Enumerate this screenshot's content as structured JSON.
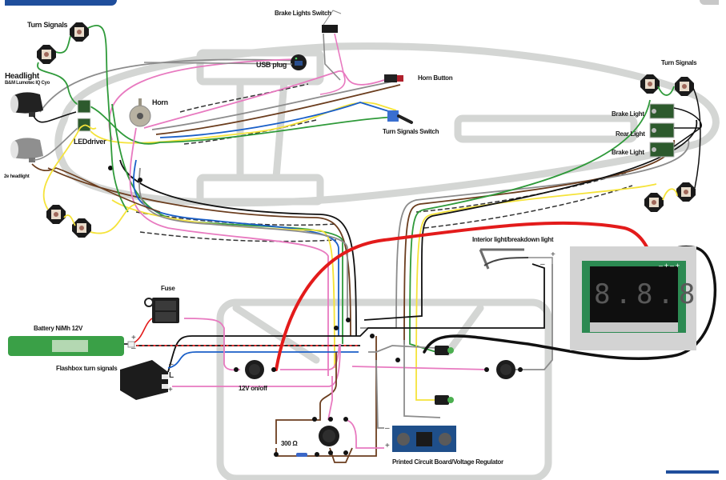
{
  "title": "Wiring diagram",
  "colors": {
    "chassis": "#d4d6d4",
    "wire_black": "#111111",
    "wire_pink": "#e87ac0",
    "wire_yellow": "#f5e33a",
    "wire_blue": "#1a5fc8",
    "wire_green": "#2f9a3a",
    "wire_brown": "#6b3d1e",
    "wire_gray": "#8c8c8c",
    "wire_red": "#e31b1b",
    "accent_blue": "#1f4e9c"
  },
  "labels": {
    "turn_signals_front": "Turn Signals",
    "headlight": "Headlight",
    "headlight_model": "B&M Lumotec IQ Cyo",
    "second_headlight": "2e headlight",
    "led_driver": "LEDdriver",
    "horn": "Horn",
    "brake_lights_switch": "Brake Lights Switch",
    "usb_plug": "USB plug",
    "horn_button": "Horn Button",
    "turn_signals_switch": "Turn Signals Switch",
    "turn_signals_rear": "Turn Signals",
    "brake_light_1": "Brake Light",
    "rear_light": "Rear Light",
    "brake_light_2": "Brake Light",
    "interior_light": "Interior light/breakdown light",
    "fuse": "Fuse",
    "battery": "Battery NiMh 12V",
    "flashbox": "Flashbox turn signals",
    "switch_12v": "12V on/off",
    "resistor": "300 Ω",
    "pcb": "Printed Circuit Board/Voltage Regulator",
    "flashbox_minus": "–",
    "flashbox_l": "L",
    "flashbox_plus": "+",
    "battery_plus": "+",
    "battery_minus": "–",
    "pcb_minus": "–",
    "pcb_plus": "+",
    "interior_plus": "+",
    "interior_minus": "–",
    "voltmeter_terminals": "– + – +"
  },
  "voltmeter": {
    "display": "8.8.8"
  }
}
